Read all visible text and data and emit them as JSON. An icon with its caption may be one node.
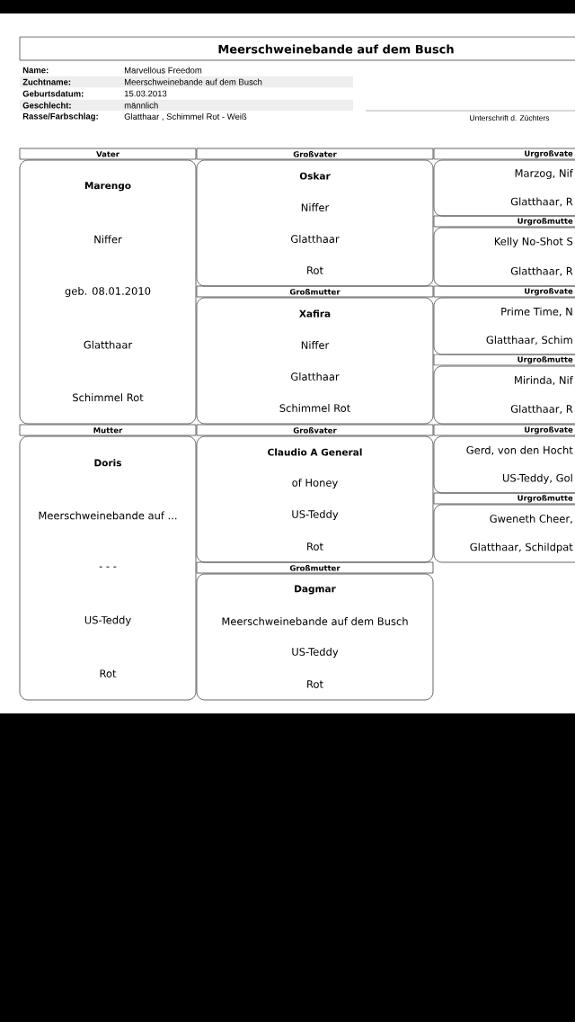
{
  "diagram": {
    "title": "Meerschweinebande auf dem Busch",
    "nodes": [
      {
        "text": [
          "Vater",
          "Marengo",
          "Niffer",
          "geb. 08.01.2010",
          "Glatthaar",
          "Schimmel Rot"
        ]
      },
      {
        "text": [
          "Großvater",
          "Oskar",
          "Niffer",
          "Glatthaar",
          "Rot"
        ]
      },
      {
        "text": [
          "Urgroßvate",
          "Marzog, Nif",
          "Glatthaar, R"
        ]
      },
      {
        "text": [
          "Urgroßmutte",
          "Kelly No-Shot S",
          "Glatthaar, R"
        ]
      },
      {
        "text": [
          "Großmutter",
          "Xafira",
          "Niffer",
          "Glatthaar",
          "Schimmel Rot"
        ]
      },
      {
        "text": [
          "Urgroßvate",
          "Prime Time, N",
          "Glatthaar, Schim"
        ]
      },
      {
        "text": [
          "Urgroßmutte",
          "Mirinda, Nif",
          "Glatthaar, R"
        ]
      },
      {
        "text": [
          "Mutter",
          "Doris",
          "Meerschweinebande auf ...",
          "- - -",
          "US-Teddy",
          "Rot"
        ]
      },
      {
        "text": [
          "Großvater",
          "Claudio A General",
          "of Honey",
          "US-Teddy",
          "Rot"
        ]
      },
      {
        "text": [
          "Urgroßvate",
          "Gerd, von den Hocht",
          "US-Teddy, Gol"
        ]
      },
      {
        "text": [
          "Urgroßmutte",
          "Gweneth Cheer,",
          "Glatthaar, Schildpat"
        ]
      },
      {
        "text": [
          "Großmutter",
          "Dagmar",
          "Meerschweinebande auf dem Busch",
          "US-Teddy",
          "Rot"
        ]
      }
    ],
    "labels": [
      "Name:",
      "Marvellous Freedom",
      "Zuchtname:",
      "Meerschweinebande auf dem Busch",
      "Geburtsdatum:",
      "15.03.2013",
      "Geschlecht:",
      "männlich",
      "Rasse/Farbschlag:",
      "Glatthaar , Schimmel Rot - Weiß",
      "Unterschrift d. Züchters"
    ]
  }
}
